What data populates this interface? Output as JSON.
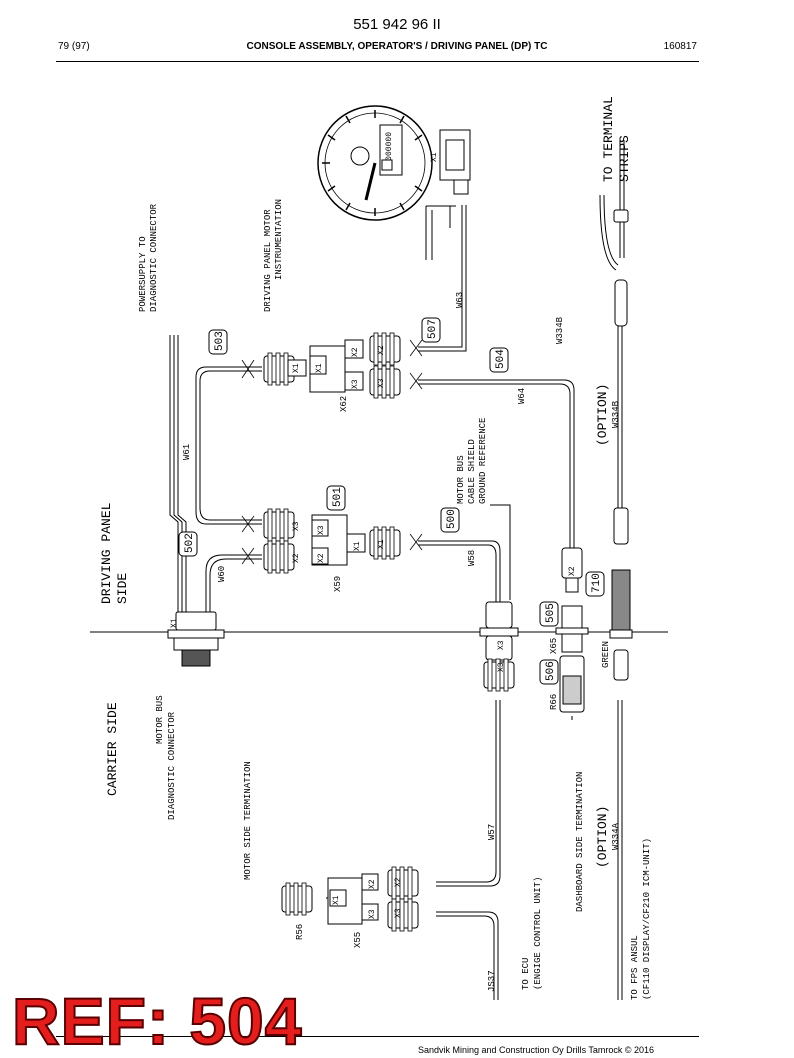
{
  "header": {
    "doc_number": "551 942 96 II",
    "page_ref": "79 (97)",
    "title": "CONSOLE ASSEMBLY, OPERATOR'S / DRIVING PANEL (DP) TC",
    "date": "160817"
  },
  "diagram": {
    "sides": {
      "driving_panel": "DRIVING PANEL SIDE",
      "carrier": "CARRIER SIDE"
    },
    "labels": {
      "powersupply": "POWERSUPPLY TO DIAGNOSTIC CONNECTOR",
      "instrumentation": "DRIVING PANEL MOTOR INSTRUMENTATION",
      "terminal_strips": "TO TERMINAL STRIPS",
      "motor_bus_shield": "MOTOR BUS CABLE SHIELD GROUND REFERENCE",
      "option_top": "(OPTION)",
      "option_bottom": "(OPTION)",
      "motor_bus_diag": "MOTOR BUS DIAGNOSTIC CONNECTOR",
      "motor_side_term": "MOTOR SIDE TERMINATION",
      "dashboard_side_term": "DASHBOARD SIDE TERMINATION",
      "to_ecu": "TO ECU (ENGIGE CONTROL UNIT)",
      "to_fps": "TO FPS ANSUL (CF110 DISPLAY/CF210 ICM-UNIT)",
      "green": "GREEN",
      "gauge_reading": "000000"
    },
    "wires": [
      "W61",
      "W60",
      "W63",
      "W64",
      "W58",
      "W57",
      "JS37",
      "W334B",
      "W334A"
    ],
    "components": [
      "X62",
      "X59",
      "X55",
      "X65",
      "R66",
      "R56"
    ],
    "connectors": [
      "X1",
      "X2",
      "X3"
    ],
    "callouts": [
      "503",
      "507",
      "504",
      "501",
      "500",
      "502",
      "505",
      "506",
      "710"
    ]
  },
  "ref_stamp": "REF: 504",
  "footer": {
    "copyright": "Sandvik Mining and Construction Oy Drills Tamrock © 2016"
  }
}
